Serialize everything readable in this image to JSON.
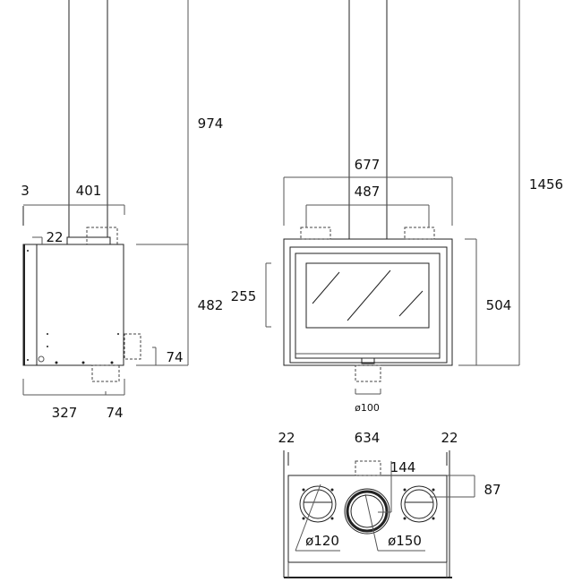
{
  "side_view": {
    "dims": {
      "top_left": "3",
      "flue_width": "401",
      "offset": "22",
      "total_height": "974",
      "body_height": "482",
      "outlet_height": "74",
      "depth": "327",
      "rear_extension": "74"
    }
  },
  "front_view": {
    "dims": {
      "outer_width": "677",
      "inner_width": "487",
      "total_height": "1456",
      "body_height": "504",
      "glass_height": "255",
      "air_inlet": "ø100"
    }
  },
  "top_view": {
    "dims": {
      "left_margin": "22",
      "width": "634",
      "right_margin": "22",
      "flue_offset": "144",
      "duct_offset": "87",
      "duct_diameter": "ø120",
      "flue_diameter": "ø150"
    }
  }
}
